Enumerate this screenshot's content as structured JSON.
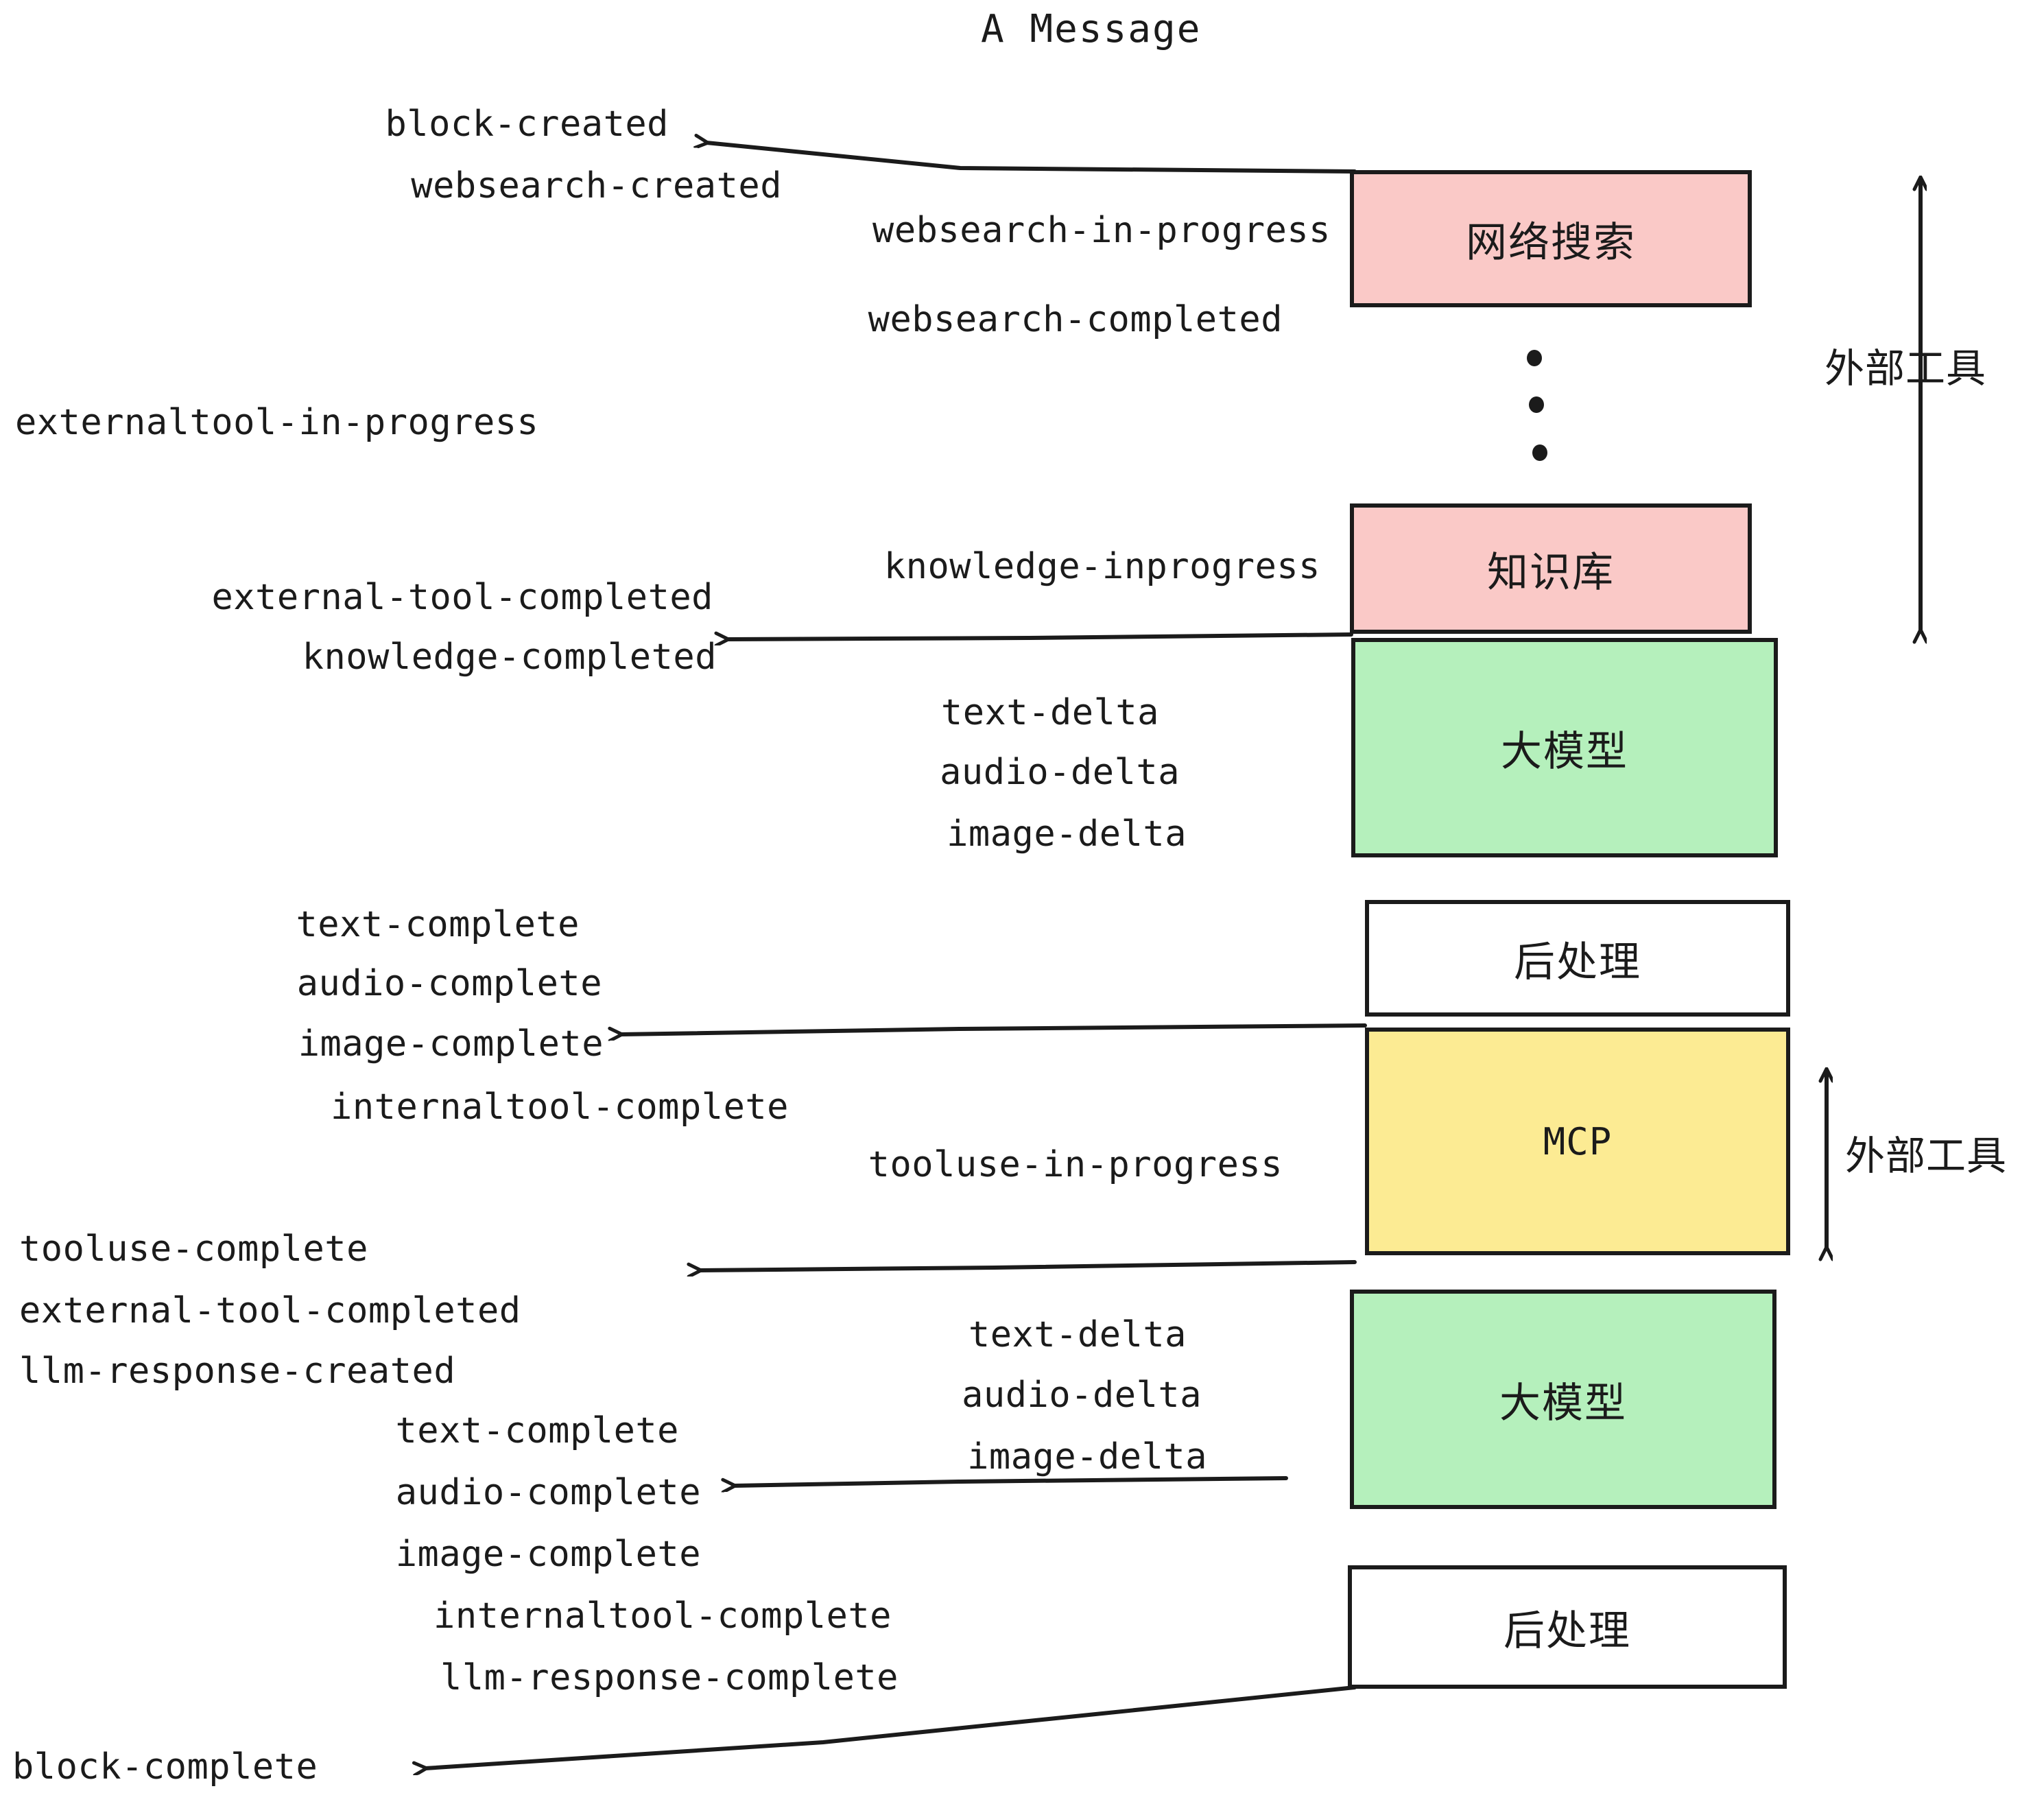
{
  "title": "A Message",
  "colors": {
    "pink": "#fac9c7",
    "green": "#b5f0bc",
    "yellow": "#fceb93",
    "white": "#ffffff",
    "stroke": "#1b1b1b",
    "background": "#ffffff"
  },
  "nodes": [
    {
      "id": "websearch",
      "label": "网络搜索",
      "fill": "#fac9c7",
      "script": "cjk"
    },
    {
      "id": "knowledge",
      "label": "知识库",
      "fill": "#fac9c7",
      "script": "cjk"
    },
    {
      "id": "llm-upper",
      "label": "大模型",
      "fill": "#b5f0bc",
      "script": "cjk"
    },
    {
      "id": "postprocess-upper",
      "label": "后处理",
      "fill": "#ffffff",
      "script": "cjk"
    },
    {
      "id": "mcp",
      "label": "MCP",
      "fill": "#fceb93",
      "script": "latin"
    },
    {
      "id": "llm-lower",
      "label": "大模型",
      "fill": "#b5f0bc",
      "script": "cjk"
    },
    {
      "id": "postprocess-lower",
      "label": "后处理",
      "fill": "#ffffff",
      "script": "cjk"
    }
  ],
  "group_labels": [
    {
      "id": "external-tools-upper",
      "label": "外部工具"
    },
    {
      "id": "external-tools-lower",
      "label": "外部工具"
    }
  ],
  "events": [
    {
      "id": "block-created",
      "text": "block-created"
    },
    {
      "id": "websearch-created",
      "text": "websearch-created"
    },
    {
      "id": "websearch-in-progress",
      "text": "websearch-in-progress"
    },
    {
      "id": "websearch-completed",
      "text": "websearch-completed"
    },
    {
      "id": "externaltool-in-progress",
      "text": "externaltool-in-progress"
    },
    {
      "id": "knowledge-inprogress",
      "text": "knowledge-inprogress"
    },
    {
      "id": "external-tool-completed-1",
      "text": "external-tool-completed"
    },
    {
      "id": "knowledge-completed",
      "text": "knowledge-completed"
    },
    {
      "id": "text-delta-1",
      "text": "text-delta"
    },
    {
      "id": "audio-delta-1",
      "text": "audio-delta"
    },
    {
      "id": "image-delta-1",
      "text": "image-delta"
    },
    {
      "id": "text-complete-1",
      "text": "text-complete"
    },
    {
      "id": "audio-complete-1",
      "text": "audio-complete"
    },
    {
      "id": "image-complete-1",
      "text": "image-complete"
    },
    {
      "id": "internaltool-complete-1",
      "text": "internaltool-complete"
    },
    {
      "id": "tooluse-in-progress",
      "text": "tooluse-in-progress"
    },
    {
      "id": "tooluse-complete",
      "text": "tooluse-complete"
    },
    {
      "id": "external-tool-completed-2",
      "text": "external-tool-completed"
    },
    {
      "id": "llm-response-created",
      "text": "llm-response-created"
    },
    {
      "id": "text-delta-2",
      "text": "text-delta"
    },
    {
      "id": "audio-delta-2",
      "text": "audio-delta"
    },
    {
      "id": "image-delta-2",
      "text": "image-delta"
    },
    {
      "id": "text-complete-2",
      "text": "text-complete"
    },
    {
      "id": "audio-complete-2",
      "text": "audio-complete"
    },
    {
      "id": "image-complete-2",
      "text": "image-complete"
    },
    {
      "id": "internaltool-complete-2",
      "text": "internaltool-complete"
    },
    {
      "id": "llm-response-complete",
      "text": "llm-response-complete"
    },
    {
      "id": "block-complete",
      "text": "block-complete"
    }
  ],
  "ellipsis": {
    "id": "vertical-ellipsis",
    "count": 3
  }
}
